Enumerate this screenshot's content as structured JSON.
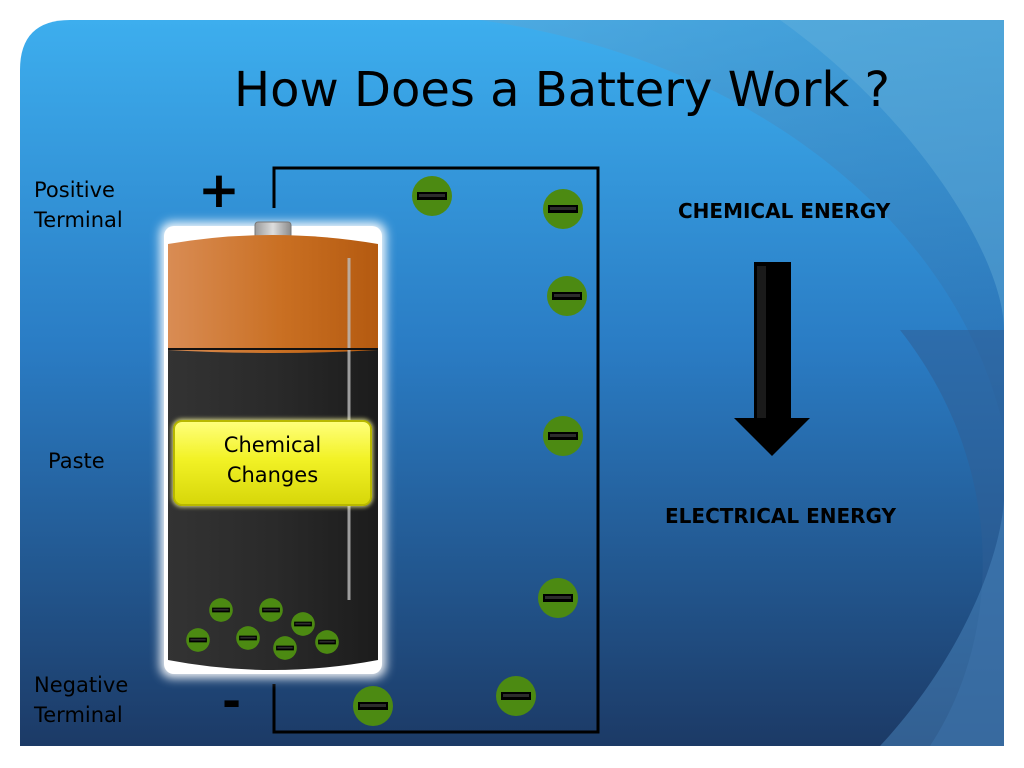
{
  "title": "How Does a Battery Work ?",
  "labels": {
    "positive_terminal": [
      "Positive",
      "Terminal"
    ],
    "paste": "Paste",
    "negative_terminal": [
      "Negative",
      "Terminal"
    ]
  },
  "signs": {
    "plus": "+",
    "minus": "-"
  },
  "battery": {
    "callout": [
      "Chemical",
      "Changes"
    ]
  },
  "energy": {
    "top": "CHEMICAL ENERGY",
    "bottom": "ELECTRICAL ENERGY"
  },
  "colors": {
    "background_dark": "#1d3c66",
    "background_light": "#3aaeea",
    "electron": "#4c8a12",
    "battery_top": "#c86a1a",
    "battery_body": "#2b2b2b",
    "callout": "#f2f226"
  },
  "icons": [
    "electron-icon",
    "arrow-down-icon"
  ]
}
